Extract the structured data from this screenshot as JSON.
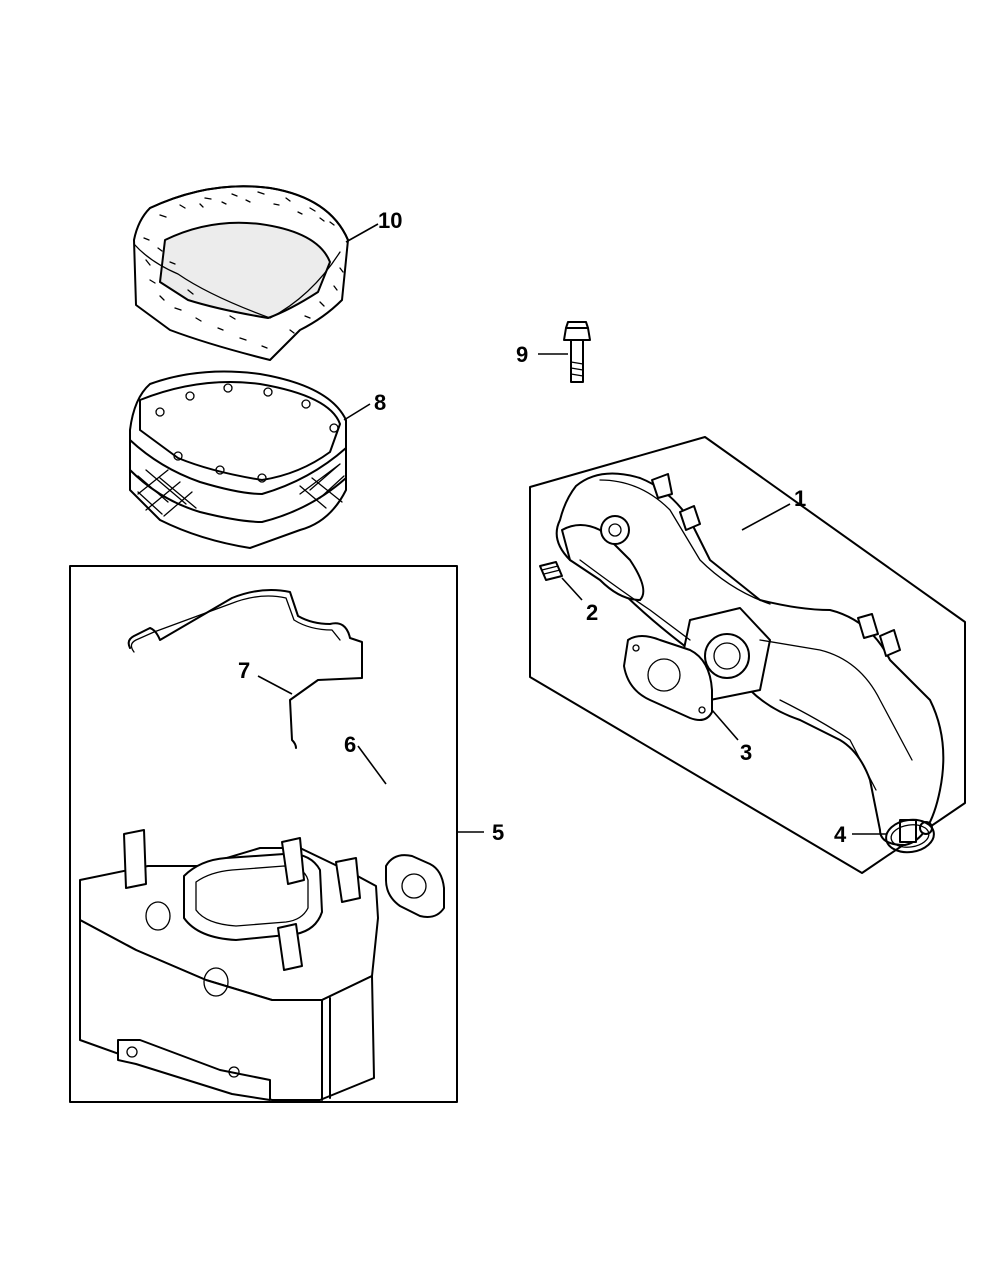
{
  "callouts": {
    "p1": "1",
    "p2": "2",
    "p3": "3",
    "p4": "4",
    "p5": "5",
    "p6": "6",
    "p7": "7",
    "p8": "8",
    "p9": "9",
    "p10": "10"
  },
  "icons": {
    "precleaner": "precleaner-foam-icon",
    "air_filter": "air-filter-element-icon",
    "bolt": "bolt-icon",
    "intake_manifold": "intake-manifold-icon",
    "breather_fitting": "fitting-icon",
    "manifold_gasket": "gasket-icon",
    "o_ring": "o-ring-icon",
    "air_cleaner_base": "air-cleaner-base-icon",
    "base_gasket": "gasket-icon",
    "retaining_clip": "wire-clip-icon"
  },
  "colors": {
    "line": "#000000",
    "background": "#ffffff"
  }
}
